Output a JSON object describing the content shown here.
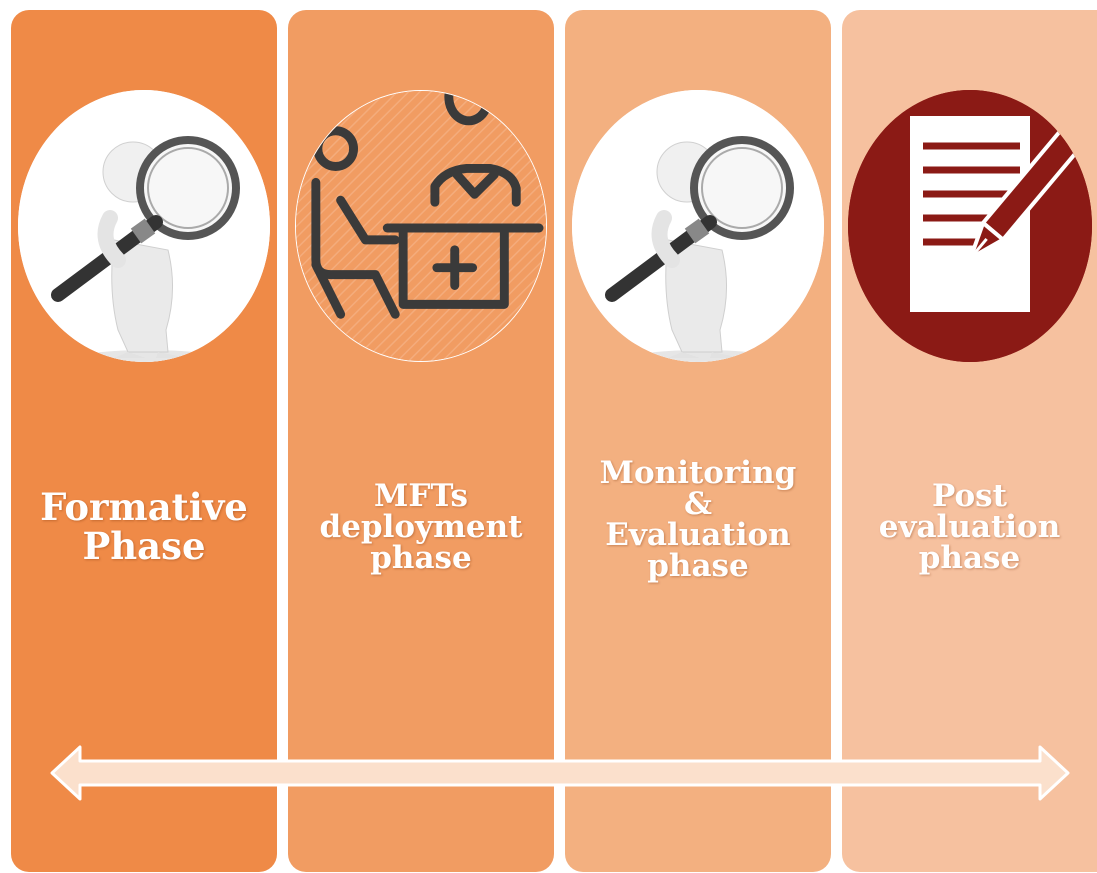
{
  "phases": [
    {
      "lines": [
        "Formative",
        "Phase"
      ],
      "icon": "magnifier-person-icon",
      "color": "#ef8a47"
    },
    {
      "lines": [
        "MFTs",
        "deployment",
        "phase"
      ],
      "icon": "patient-doctor-desk-icon",
      "color": "#f19c62"
    },
    {
      "lines": [
        "Monitoring",
        "&",
        "Evaluation",
        "phase"
      ],
      "icon": "magnifier-person-icon",
      "color": "#f3b080"
    },
    {
      "lines": [
        "Post",
        "evaluation",
        "phase"
      ],
      "icon": "document-pen-icon",
      "color": "#f6c19f"
    }
  ],
  "timeline": {
    "direction": "bidirectional"
  }
}
